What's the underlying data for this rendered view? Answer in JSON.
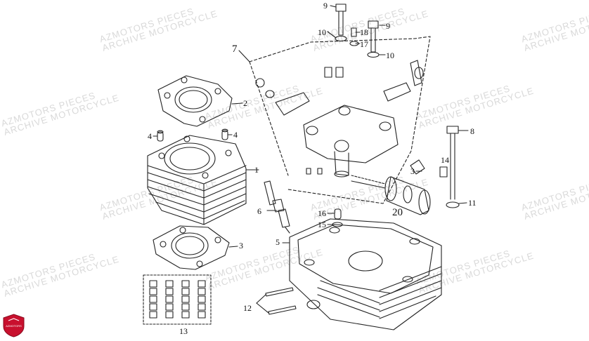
{
  "watermark": {
    "line1": "AZMOTORS PIECES",
    "line2": "ARCHIVE MOTORCYCLE"
  },
  "callouts": {
    "c1": "1",
    "c2": "2",
    "c3": "3",
    "c3b": "3",
    "c4a": "4",
    "c4b": "4",
    "c5": "5",
    "c6": "6",
    "c7": "7",
    "c8": "8",
    "c9a": "9",
    "c9b": "9",
    "c10a": "10",
    "c10b": "10",
    "c11": "11",
    "c12": "12",
    "c13": "13",
    "c14": "14",
    "c15": "15",
    "c16": "16",
    "c17": "17",
    "c18": "18",
    "c20": "20"
  },
  "logo": {
    "text": "AZMOTORS",
    "color": "#c8102e"
  }
}
